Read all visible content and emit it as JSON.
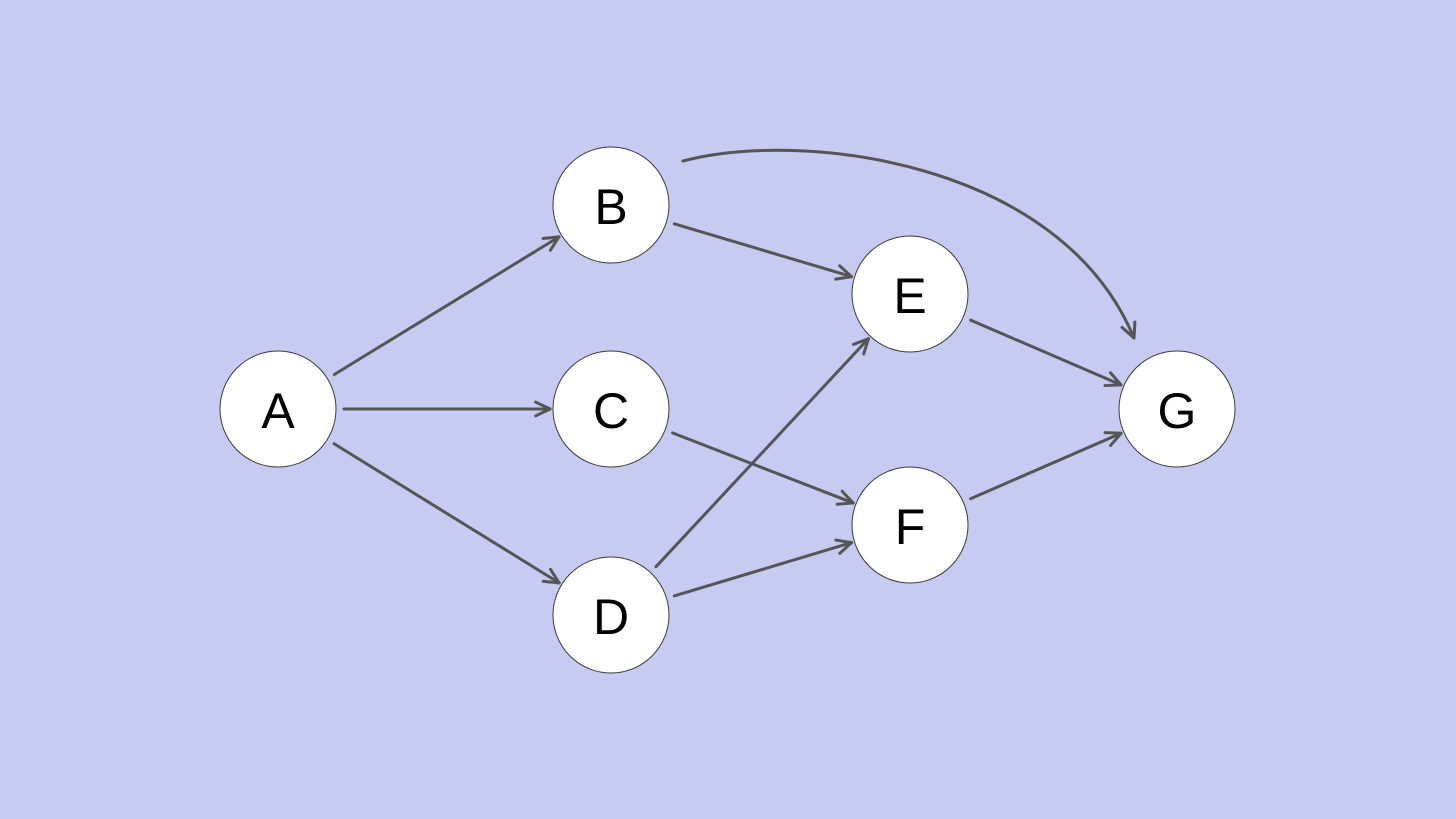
{
  "colors": {
    "background": "#c8cbf1",
    "node_fill": "#ffffff",
    "node_stroke": "#3a3a3a",
    "edge": "#555555",
    "label": "#000000"
  },
  "graph": {
    "nodes": [
      {
        "id": "A",
        "label": "A"
      },
      {
        "id": "B",
        "label": "B"
      },
      {
        "id": "C",
        "label": "C"
      },
      {
        "id": "D",
        "label": "D"
      },
      {
        "id": "E",
        "label": "E"
      },
      {
        "id": "F",
        "label": "F"
      },
      {
        "id": "G",
        "label": "G"
      }
    ],
    "edges": [
      {
        "from": "A",
        "to": "B"
      },
      {
        "from": "A",
        "to": "C"
      },
      {
        "from": "A",
        "to": "D"
      },
      {
        "from": "B",
        "to": "E"
      },
      {
        "from": "B",
        "to": "G",
        "curved": true
      },
      {
        "from": "C",
        "to": "F"
      },
      {
        "from": "D",
        "to": "E"
      },
      {
        "from": "D",
        "to": "F"
      },
      {
        "from": "E",
        "to": "G"
      },
      {
        "from": "F",
        "to": "G"
      }
    ]
  }
}
